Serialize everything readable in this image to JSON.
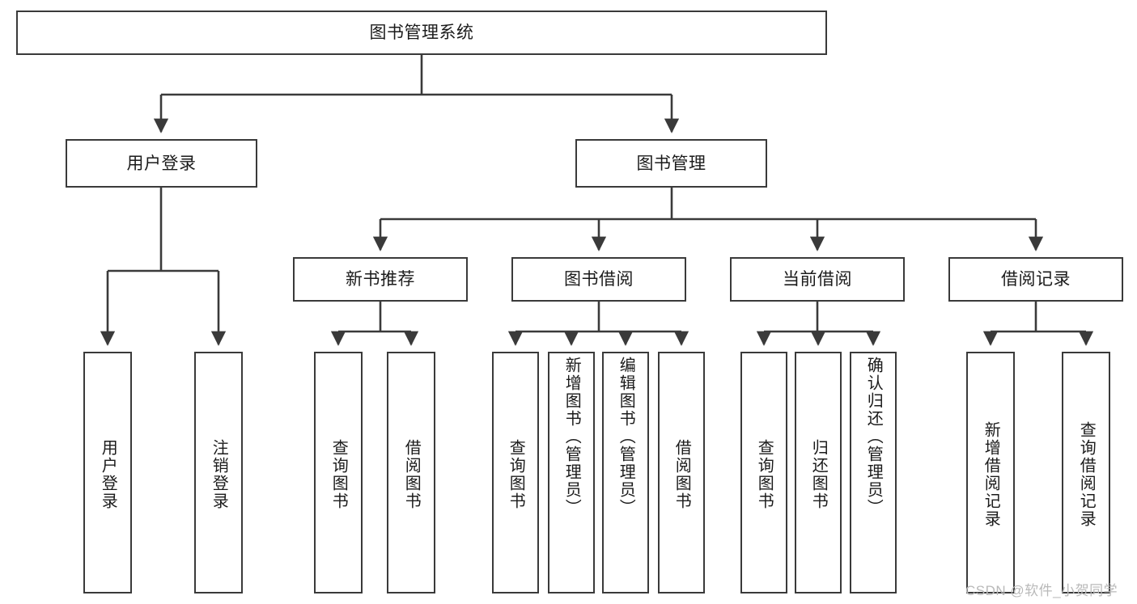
{
  "diagram": {
    "title": "图书管理系统",
    "type": "hierarchy-tree",
    "levels": 4,
    "root": {
      "label": "图书管理系统"
    },
    "level2": [
      {
        "label": "用户登录"
      },
      {
        "label": "图书管理"
      }
    ],
    "level3": [
      {
        "label": "新书推荐"
      },
      {
        "label": "图书借阅"
      },
      {
        "label": "当前借阅"
      },
      {
        "label": "借阅记录"
      }
    ],
    "leaves": {
      "user_login": [
        {
          "label": "用户登录"
        },
        {
          "label": "注销登录"
        }
      ],
      "new_book_recommend": [
        {
          "label": "查询图书"
        },
        {
          "label": "借阅图书"
        }
      ],
      "book_borrow": [
        {
          "label": "查询图书"
        },
        {
          "label": "新增图书（管理员）"
        },
        {
          "label": "编辑图书（管理员）"
        },
        {
          "label": "借阅图书"
        }
      ],
      "current_borrow": [
        {
          "label": "查询图书"
        },
        {
          "label": "归还图书"
        },
        {
          "label": "确认归还（管理员）"
        }
      ],
      "borrow_record": [
        {
          "label": "新增借阅记录"
        },
        {
          "label": "查询借阅记录"
        }
      ]
    }
  },
  "watermark": {
    "text": "CSDN @软件_小贺同学"
  },
  "colors": {
    "stroke": "#3a3a3a",
    "text": "#1b1b1b",
    "background": "#ffffff",
    "watermark": "#b9b9b9"
  }
}
